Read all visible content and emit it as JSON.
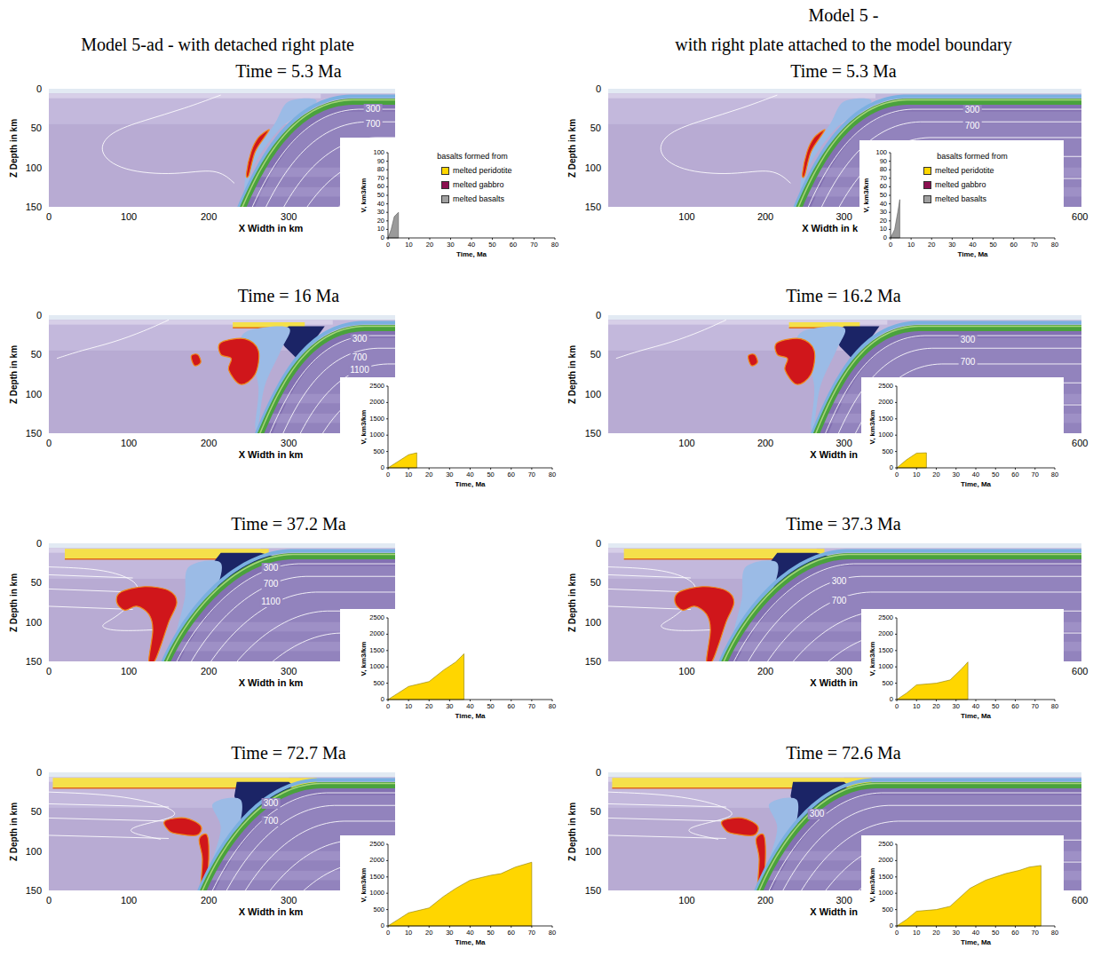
{
  "diagram": {
    "labels": [
      "Model 5-ad - with detached right plate",
      "Model 5 -",
      "with right plate attached to the model boundary",
      "Time = 5.3 Ma",
      "0",
      "50",
      "100",
      "150",
      "Z Depth in km",
      "0",
      "100",
      "200",
      "300",
      "X Width in km",
      "300",
      "700",
      "basalts formed from",
      "0",
      "10",
      "20",
      "30",
      "40",
      "50",
      "60",
      "70",
      "80",
      "90",
      "100",
      "V, km3/km",
      "0",
      "10",
      "20",
      "30",
      "40",
      "50",
      "60",
      "70",
      "80",
      "Time, Ma",
      "Time = 5.3 Ma",
      "0",
      "50",
      "100",
      "150",
      "Z Depth in km",
      "100",
      "200",
      "300",
      "600",
      "X Width in k",
      "300",
      "700",
      "basalts formed from",
      "0",
      "10",
      "20",
      "30",
      "40",
      "50",
      "60",
      "70",
      "80",
      "90",
      "100",
      "V, km3/km",
      "0",
      "10",
      "20",
      "30",
      "40",
      "50",
      "60",
      "70",
      "80",
      "Time, Ma",
      "Time = 16 Ma",
      "0",
      "50",
      "100",
      "150",
      "Z Depth in km",
      "0",
      "100",
      "200",
      "300",
      "X Width in km",
      "300",
      "700",
      "1100",
      "0",
      "500",
      "1000",
      "1500",
      "2000",
      "2500",
      "V, km3/km",
      "0",
      "10",
      "20",
      "30",
      "40",
      "50",
      "60",
      "70",
      "80",
      "Time, Ma",
      "Time = 16.2 Ma",
      "0",
      "50",
      "100",
      "150",
      "Z Depth in km",
      "100",
      "200",
      "300",
      "600",
      "X Width in",
      "300",
      "700",
      "0",
      "500",
      "1000",
      "1500",
      "2000",
      "2500",
      "V, km3/km",
      "0",
      "10",
      "20",
      "30",
      "40",
      "50",
      "60",
      "70",
      "80",
      "Time, Ma",
      "Time = 37.2 Ma",
      "0",
      "50",
      "100",
      "150",
      "Z Depth in km",
      "0",
      "100",
      "200",
      "300",
      "X Width in km",
      "300",
      "700",
      "1100",
      "0",
      "500",
      "1000",
      "1500",
      "2000",
      "2500",
      "V, km3/km",
      "0",
      "10",
      "20",
      "30",
      "40",
      "50",
      "60",
      "70",
      "80",
      "Time, Ma",
      "Time = 37.3 Ma",
      "0",
      "50",
      "100",
      "150",
      "Z Depth in km",
      "100",
      "200",
      "300",
      "600",
      "X Width in",
      "300",
      "700",
      "0",
      "500",
      "1000",
      "1500",
      "2000",
      "2500",
      "V, km3/km",
      "0",
      "10",
      "20",
      "30",
      "40",
      "50",
      "60",
      "70",
      "80",
      "Time, Ma",
      "Time = 72.7 Ma",
      "0",
      "50",
      "100",
      "150",
      "Z Depth in km",
      "0",
      "100",
      "200",
      "300",
      "X Width in km",
      "300",
      "700",
      "0",
      "500",
      "1000",
      "1500",
      "2000",
      "2500",
      "V, km3/km",
      "0",
      "10",
      "20",
      "30",
      "40",
      "50",
      "60",
      "70",
      "80",
      "Time, Ma",
      "Time = 72.6 Ma",
      "0",
      "50",
      "100",
      "150",
      "Z Depth in km",
      "100",
      "200",
      "300",
      "600",
      "X Width in",
      "300",
      "0",
      "500",
      "1000",
      "1500",
      "2000",
      "2500",
      "V, km3/km",
      "0",
      "10",
      "20",
      "30",
      "40",
      "50",
      "60",
      "70",
      "80",
      "Time, Ma"
    ],
    "legend": [
      {
        "text": "melted peridotite",
        "color": "#ffd600"
      },
      {
        "text": "melted gabbro",
        "color": "#8b1050"
      },
      {
        "text": "melted basalts",
        "color": "#a0a0a0"
      },
      {
        "text": "melted peridotite",
        "color": "#ffd600"
      },
      {
        "text": "melted gabbro",
        "color": "#8b1050"
      },
      {
        "text": "melted basalts",
        "color": "#a0a0a0"
      }
    ]
  }
}
